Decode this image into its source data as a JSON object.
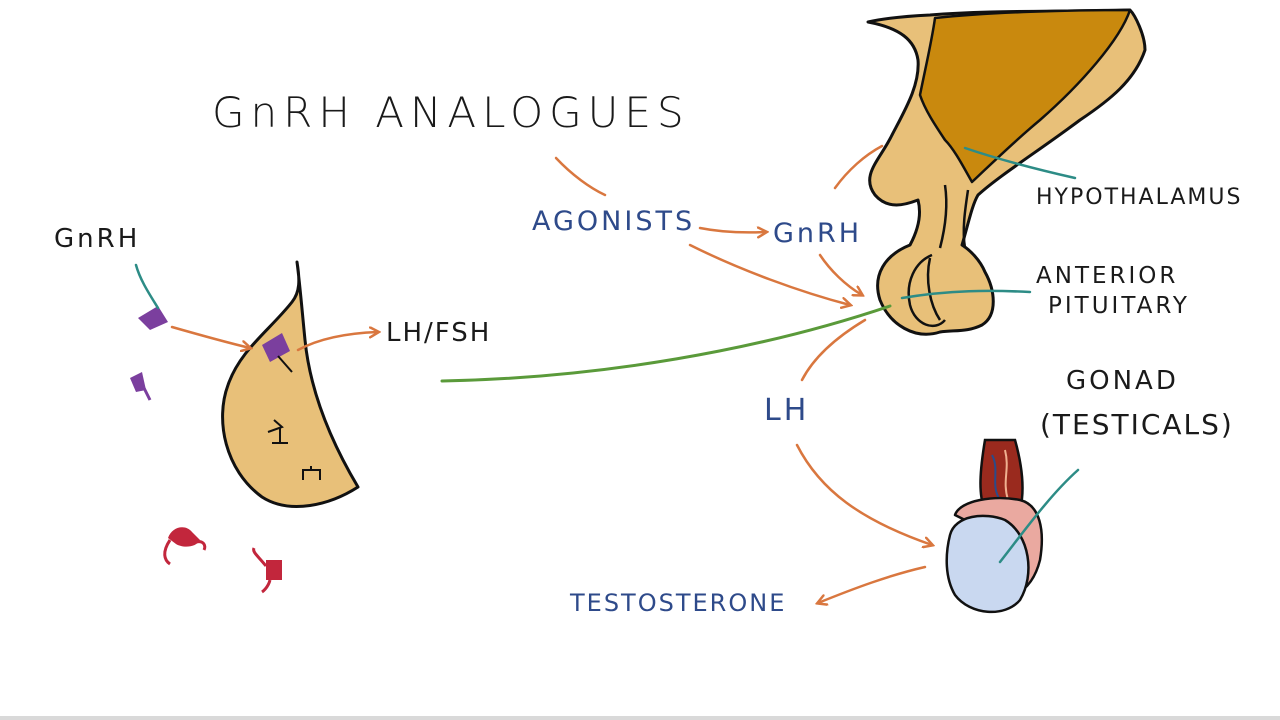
{
  "title": "GnRH ANALOGUES",
  "labels": {
    "gnrh_left": "GnRH",
    "lh_fsh": "LH/FSH",
    "agonists": "AGONISTS",
    "gnrh_right": "GnRH",
    "hypothalamus": "HYPOTHALAMUS",
    "anterior_pituitary_line1": "ANTERIOR",
    "anterior_pituitary_line2": "PITUITARY",
    "lh": "LH",
    "gonad_line1": "GONAD",
    "gonad_line2": "(TESTICALS)",
    "testosterone": "TESTOSTERONE"
  },
  "colors": {
    "arrow": "#d9773f",
    "text_blue": "#2e4a8a",
    "tissue": "#e8c079",
    "hypothalamus_dark": "#c9890e",
    "pointer_teal": "#2d8c86",
    "green_link": "#5a9a3a",
    "receptor_purple": "#7b3f9e",
    "receptor_red": "#c2263c",
    "testis_blue": "#c9d8f0",
    "epididymis_pink": "#eaa9a0"
  }
}
